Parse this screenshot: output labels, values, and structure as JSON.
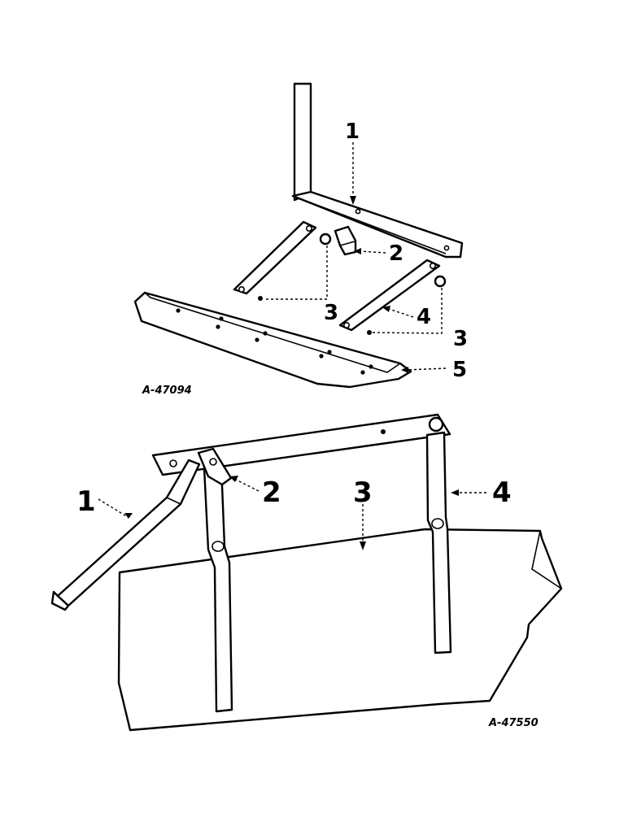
{
  "figures": [
    {
      "id_label": "A-47094",
      "callouts": [
        "1",
        "2",
        "3",
        "3",
        "4",
        "5"
      ]
    },
    {
      "id_label": "A-47550",
      "callouts": [
        "1",
        "2",
        "3",
        "4"
      ]
    }
  ]
}
